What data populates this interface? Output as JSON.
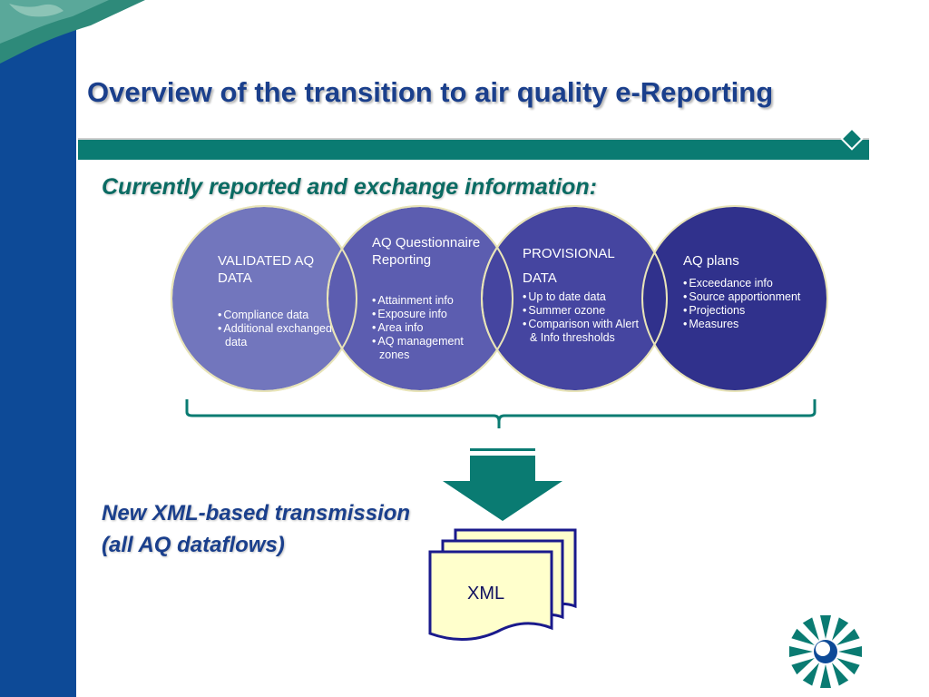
{
  "title": "Overview of the transition to air quality e-Reporting",
  "subtitle": "Currently reported and exchange information:",
  "circles": [
    {
      "title": "VALIDATED AQ DATA",
      "items": [
        "Compliance data",
        "Additional exchanged data"
      ]
    },
    {
      "title": "AQ Questionnaire Reporting",
      "items": [
        "Attainment info",
        "Exposure info",
        "Area info",
        "AQ management zones"
      ]
    },
    {
      "title": "PROVISIONAL DATA",
      "items": [
        "Up to date data",
        "Summer ozone",
        "Comparison with Alert & Info thresholds"
      ]
    },
    {
      "title": "AQ plans",
      "items": [
        "Exceedance info",
        "Source apportionment",
        "Projections",
        "Measures"
      ]
    }
  ],
  "transmission": {
    "line1": "New XML-based transmission",
    "line2": "(all AQ dataflows)"
  },
  "xml_label": "XML",
  "colors": {
    "brand_blue": "#0d4a97",
    "teal": "#0a7b72",
    "circle_1": "#7276bd",
    "circle_2": "#5c5db0",
    "circle_3": "#4545a0",
    "circle_4": "#30318c",
    "doc_fill": "#ffffcc"
  },
  "icons": {
    "diamond": "diamond-icon",
    "logo": "eea-logo-icon"
  }
}
